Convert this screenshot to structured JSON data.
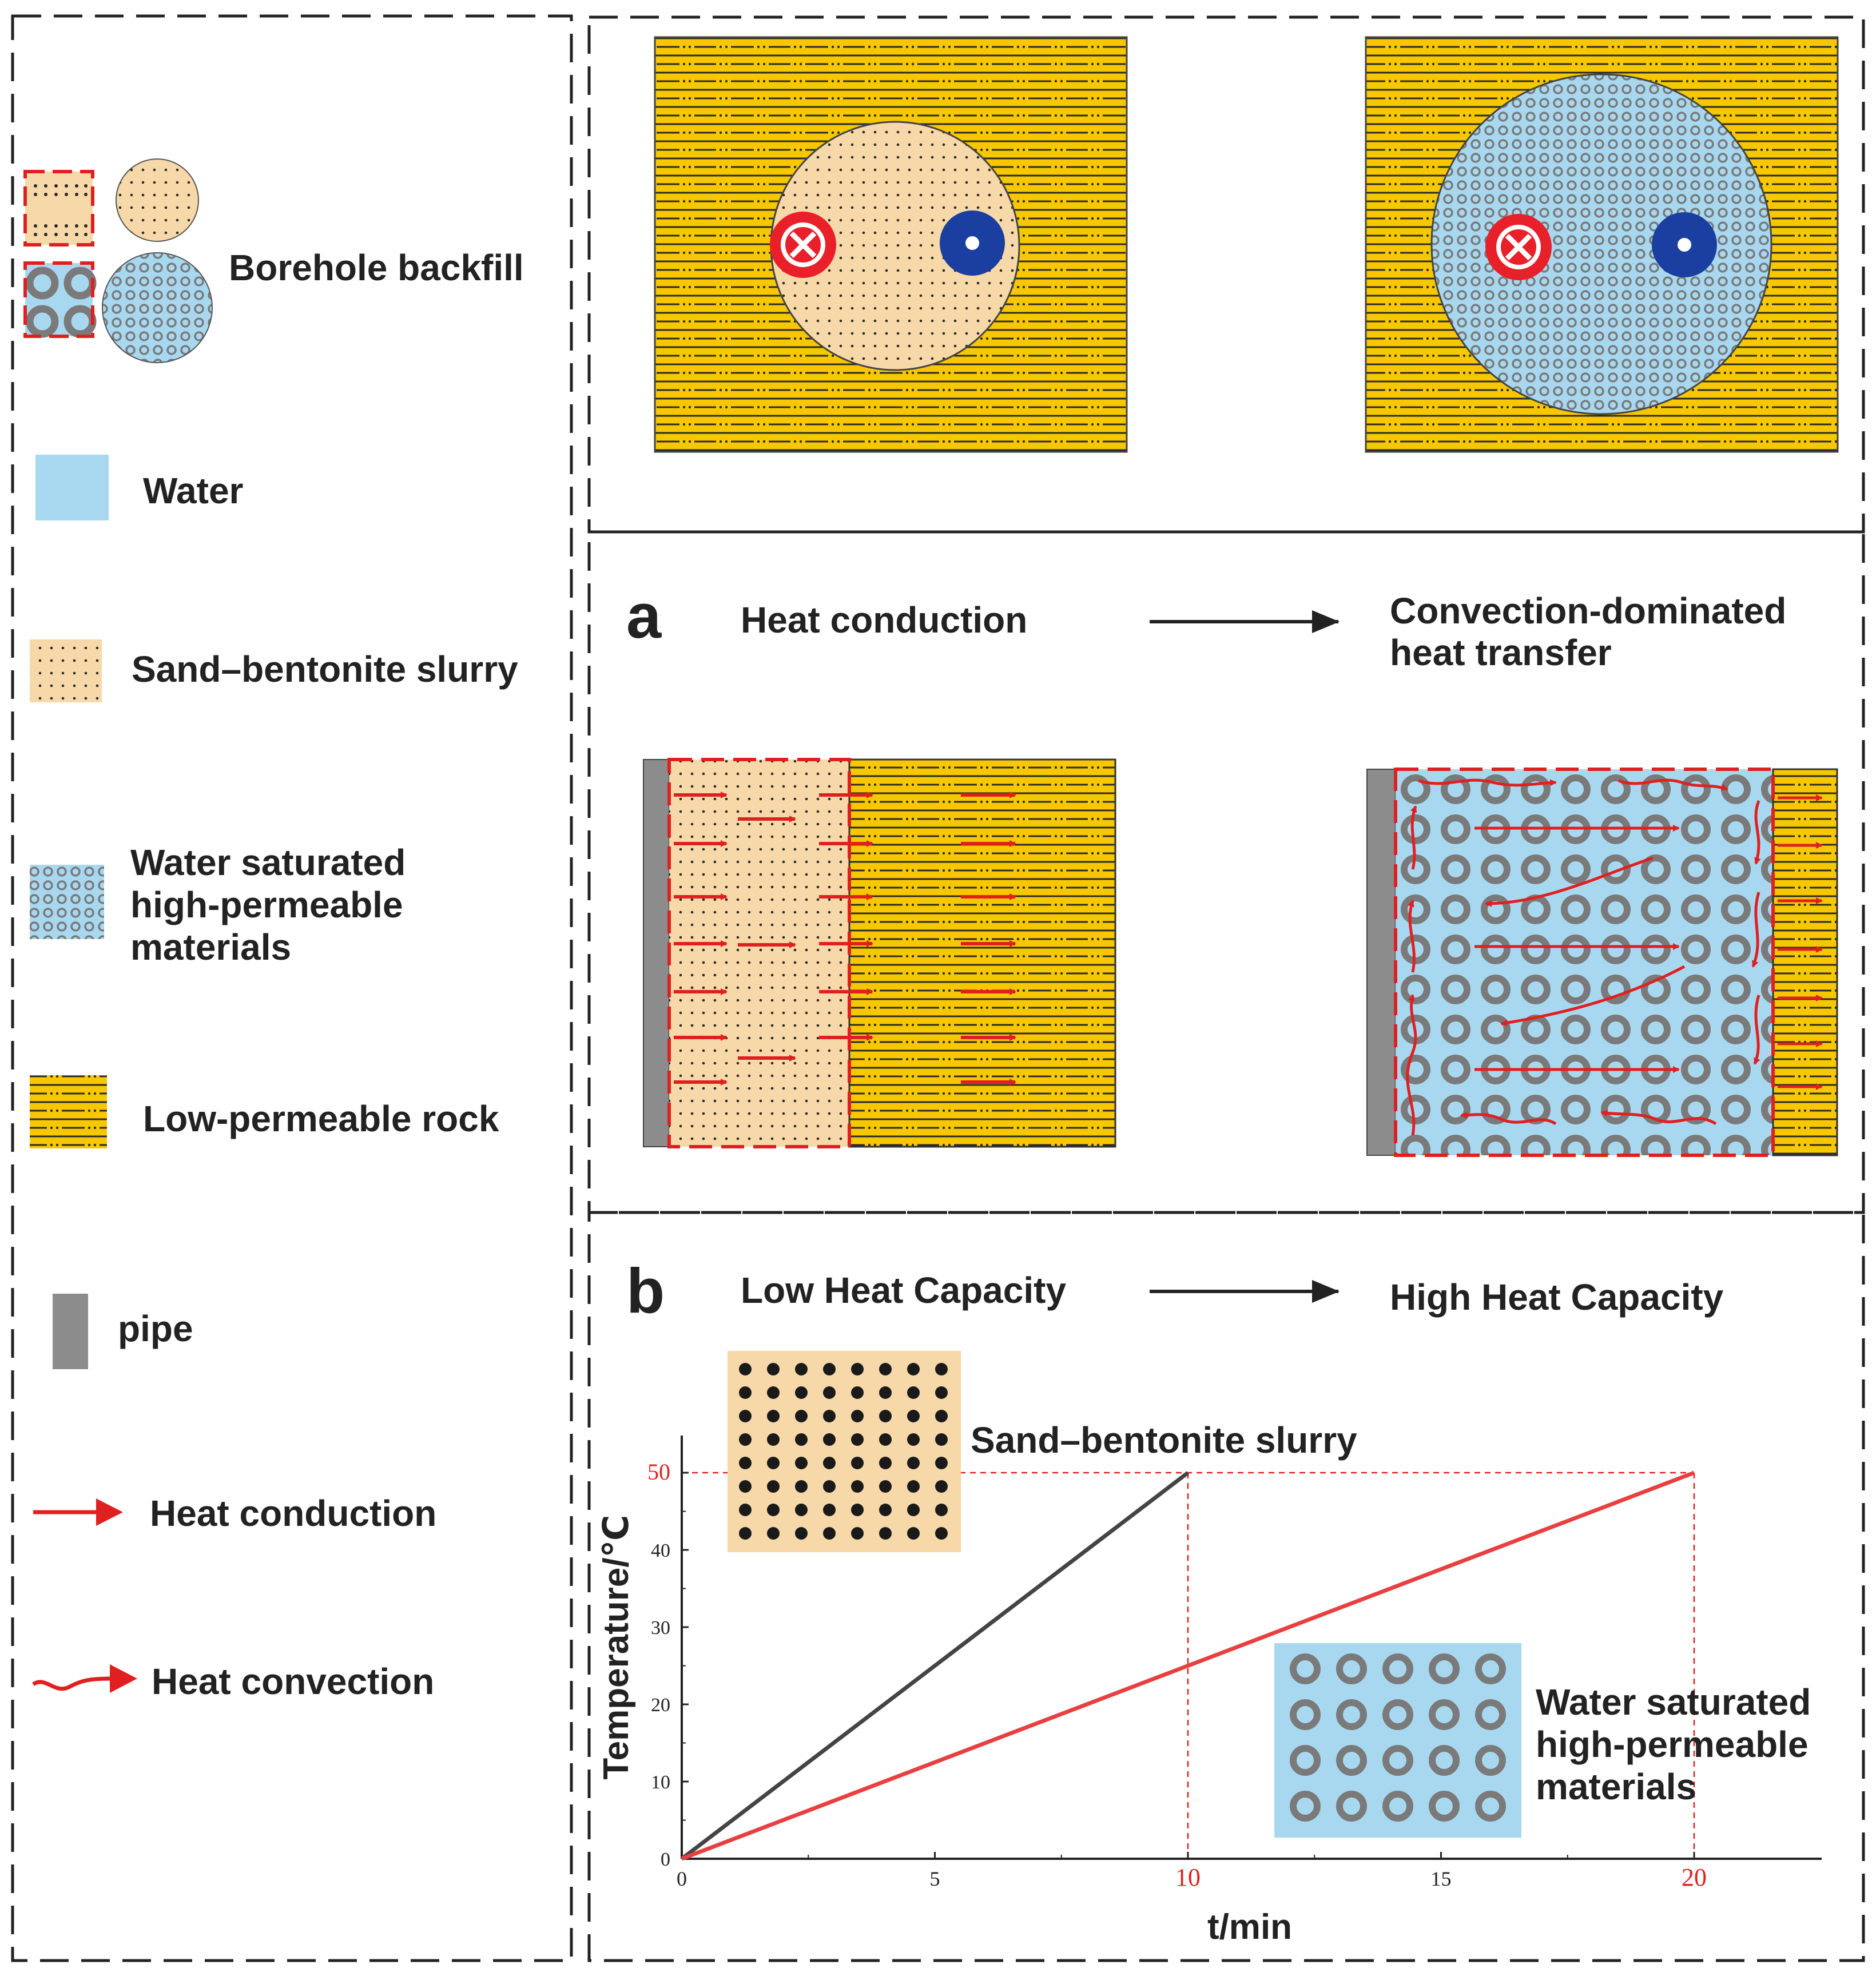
{
  "legend": {
    "borehole_backfill": "Borehole backfill",
    "water": "Water",
    "sand_bentonite": "Sand–bentonite slurry",
    "water_saturated": [
      "Water saturated",
      "high-permeable",
      "materials"
    ],
    "low_perm_rock": "Low-permeable rock",
    "pipe": "pipe",
    "heat_conduction": "Heat conduction",
    "heat_convection": "Heat convection"
  },
  "panel_a": {
    "letter": "a",
    "from": "Heat conduction",
    "to_line1": "Convection-dominated",
    "to_line2": "heat transfer"
  },
  "panel_b": {
    "letter": "b",
    "from": "Low Heat Capacity",
    "to": "High Heat Capacity",
    "inset_sand_label": "Sand–bentonite slurry",
    "inset_water_label": [
      "Water saturated",
      "high-permeable",
      "materials"
    ]
  },
  "colors": {
    "rock": "#f7c800",
    "sand": "#f7d8a8",
    "water": "#a8d8f0",
    "pipe": "#8c8c8c",
    "heat_arrow": "#e02020",
    "inlet": "#e8202a",
    "outlet": "#1a3fa0",
    "series_sand": "#444444",
    "series_water": "#e84040"
  },
  "chart_data": {
    "type": "line",
    "xlabel": "t/min",
    "ylabel": "Temperature/℃",
    "xlim": [
      0,
      22.5
    ],
    "ylim": [
      0,
      55
    ],
    "x_ticks": [
      "0",
      "5",
      "10",
      "15",
      "20"
    ],
    "y_ticks": [
      "0",
      "10",
      "20",
      "30",
      "40",
      "50"
    ],
    "highlight_ticks": {
      "x": [
        "10",
        "20"
      ],
      "y": [
        "50"
      ]
    },
    "series": [
      {
        "points": [
          [
            0,
            0
          ],
          [
            10,
            50
          ]
        ],
        "color": "#444444"
      },
      {
        "points": [
          [
            0,
            0
          ],
          [
            20,
            50
          ]
        ],
        "color": "#e84040"
      }
    ]
  }
}
